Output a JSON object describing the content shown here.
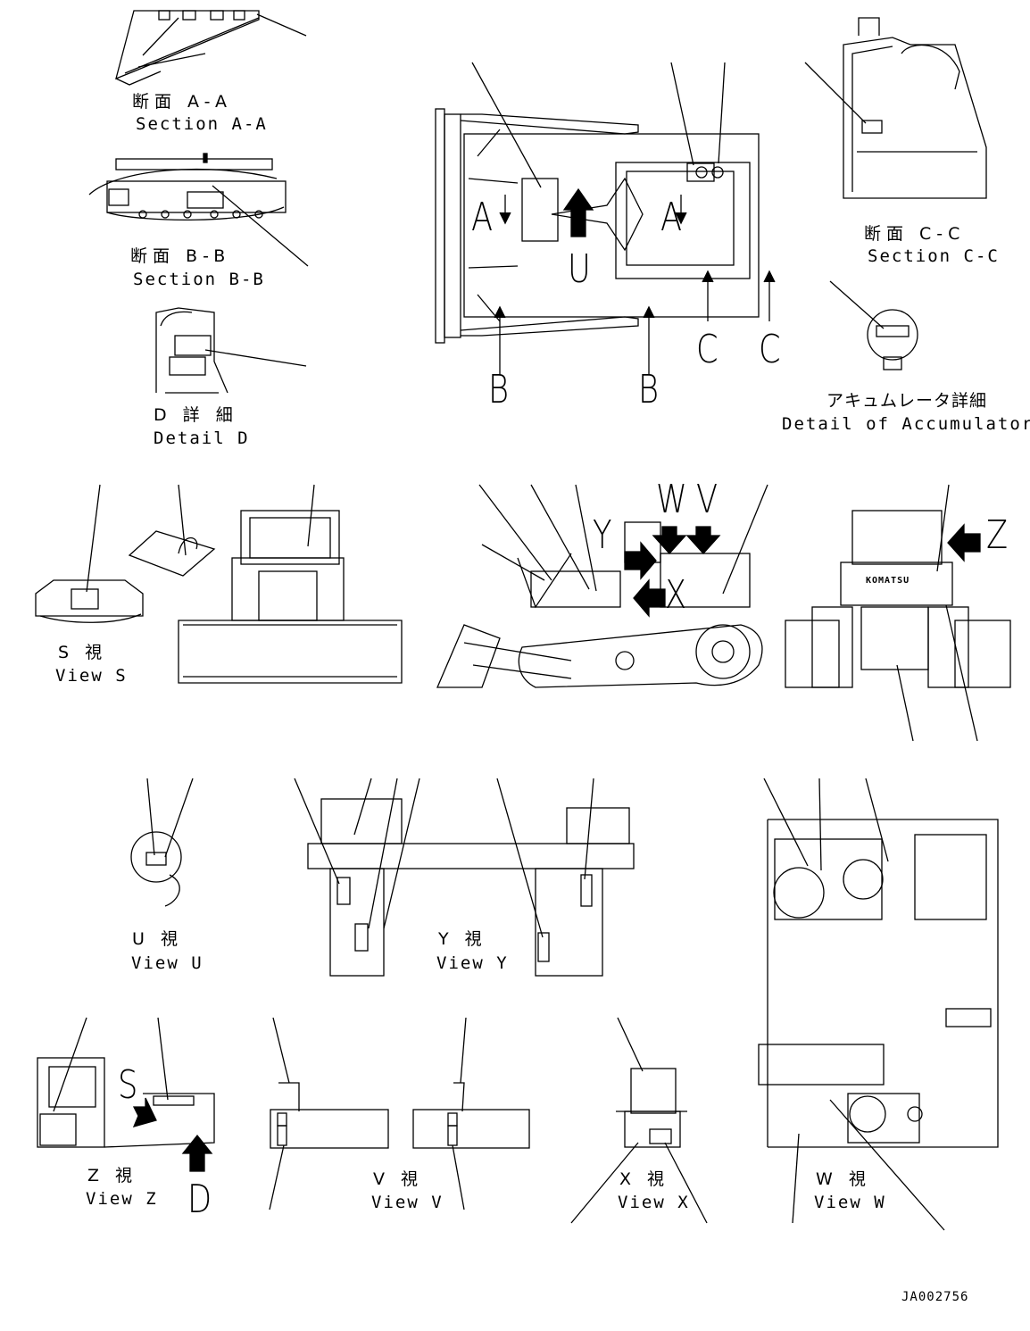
{
  "drawing_code": "JA002756",
  "views": [
    {
      "id": "section-aa",
      "jp": "断面 A-A",
      "en": "Section A-A"
    },
    {
      "id": "section-bb",
      "jp": "断面 B-B",
      "en": "Section B-B"
    },
    {
      "id": "detail-d",
      "jp": "D 詳 細",
      "en": "Detail D"
    },
    {
      "id": "section-cc",
      "jp": "断面 C-C",
      "en": "Section C-C"
    },
    {
      "id": "detail-accumulator",
      "jp": "アキュムレータ詳細",
      "en": "Detail of Accumulator"
    },
    {
      "id": "view-s",
      "jp": "S 視",
      "en": "View S"
    },
    {
      "id": "view-u",
      "jp": "U 視",
      "en": "View U"
    },
    {
      "id": "view-y",
      "jp": "Y 視",
      "en": "View Y"
    },
    {
      "id": "view-z",
      "jp": "Z 視",
      "en": "View Z"
    },
    {
      "id": "view-v",
      "jp": "V 視",
      "en": "View V"
    },
    {
      "id": "view-x",
      "jp": "X 視",
      "en": "View X"
    },
    {
      "id": "view-w",
      "jp": "W 視",
      "en": "View W"
    }
  ],
  "markers": {
    "a_left": "A",
    "a_right": "A",
    "u": "U",
    "b_left": "B",
    "b_right": "B",
    "c_left": "C",
    "c_right": "C",
    "w": "W",
    "v": "V",
    "y": "Y",
    "x": "X",
    "z": "Z",
    "s": "S",
    "d": "D"
  },
  "logo_text": "KOMATSU",
  "icons": [
    "view-direction-arrow-icon",
    "leader-line"
  ]
}
